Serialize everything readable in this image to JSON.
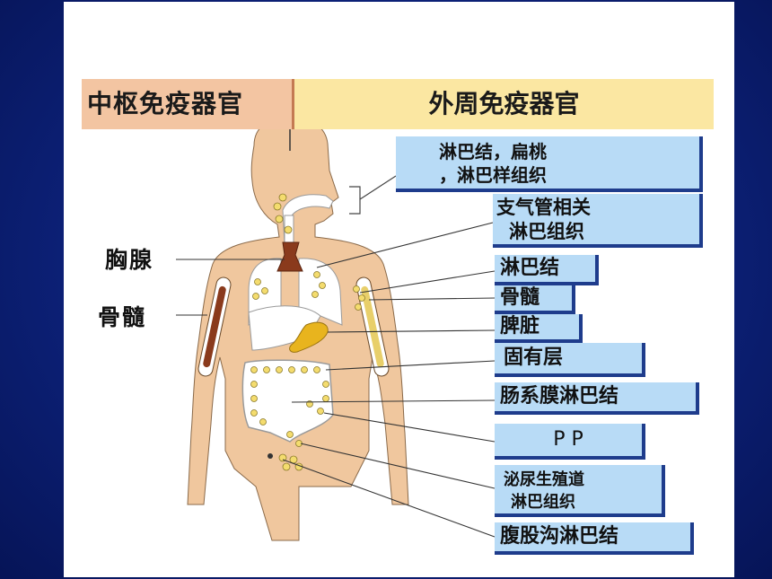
{
  "headers": {
    "central": "中枢免疫器官",
    "peripheral": "外周免疫器官"
  },
  "left_labels": {
    "thymus": "胸腺",
    "bone_marrow": "骨髓"
  },
  "right_labels": {
    "tonsil_line1": "淋巴结，扁桃",
    "tonsil_line2": "，淋巴样组织",
    "balt_line1": "支气管相关",
    "balt_line2": "淋巴组织",
    "lymph_node": "淋巴结",
    "bone_marrow": "骨髓",
    "spleen": "脾脏",
    "lamina_propria": "固有层",
    "mesenteric_ln": "肠系膜淋巴结",
    "pp": "P P",
    "urogenital_line1": "泌尿生殖道",
    "urogenital_line2": "淋巴组织",
    "inguinal_ln": "腹股沟淋巴结"
  },
  "colors": {
    "background": "#0e2480",
    "slide": "#ffffff",
    "body_skin": "#f0c79e",
    "central_header": "#f3c5a2",
    "peripheral_header": "#fbe7a2",
    "label_box": "#b8dbf6",
    "label_box_shadow": "#1e3c8c",
    "lymph_node": "#f4dc6e",
    "thymus": "#8a3a1c",
    "spleen": "#e8b41e"
  }
}
